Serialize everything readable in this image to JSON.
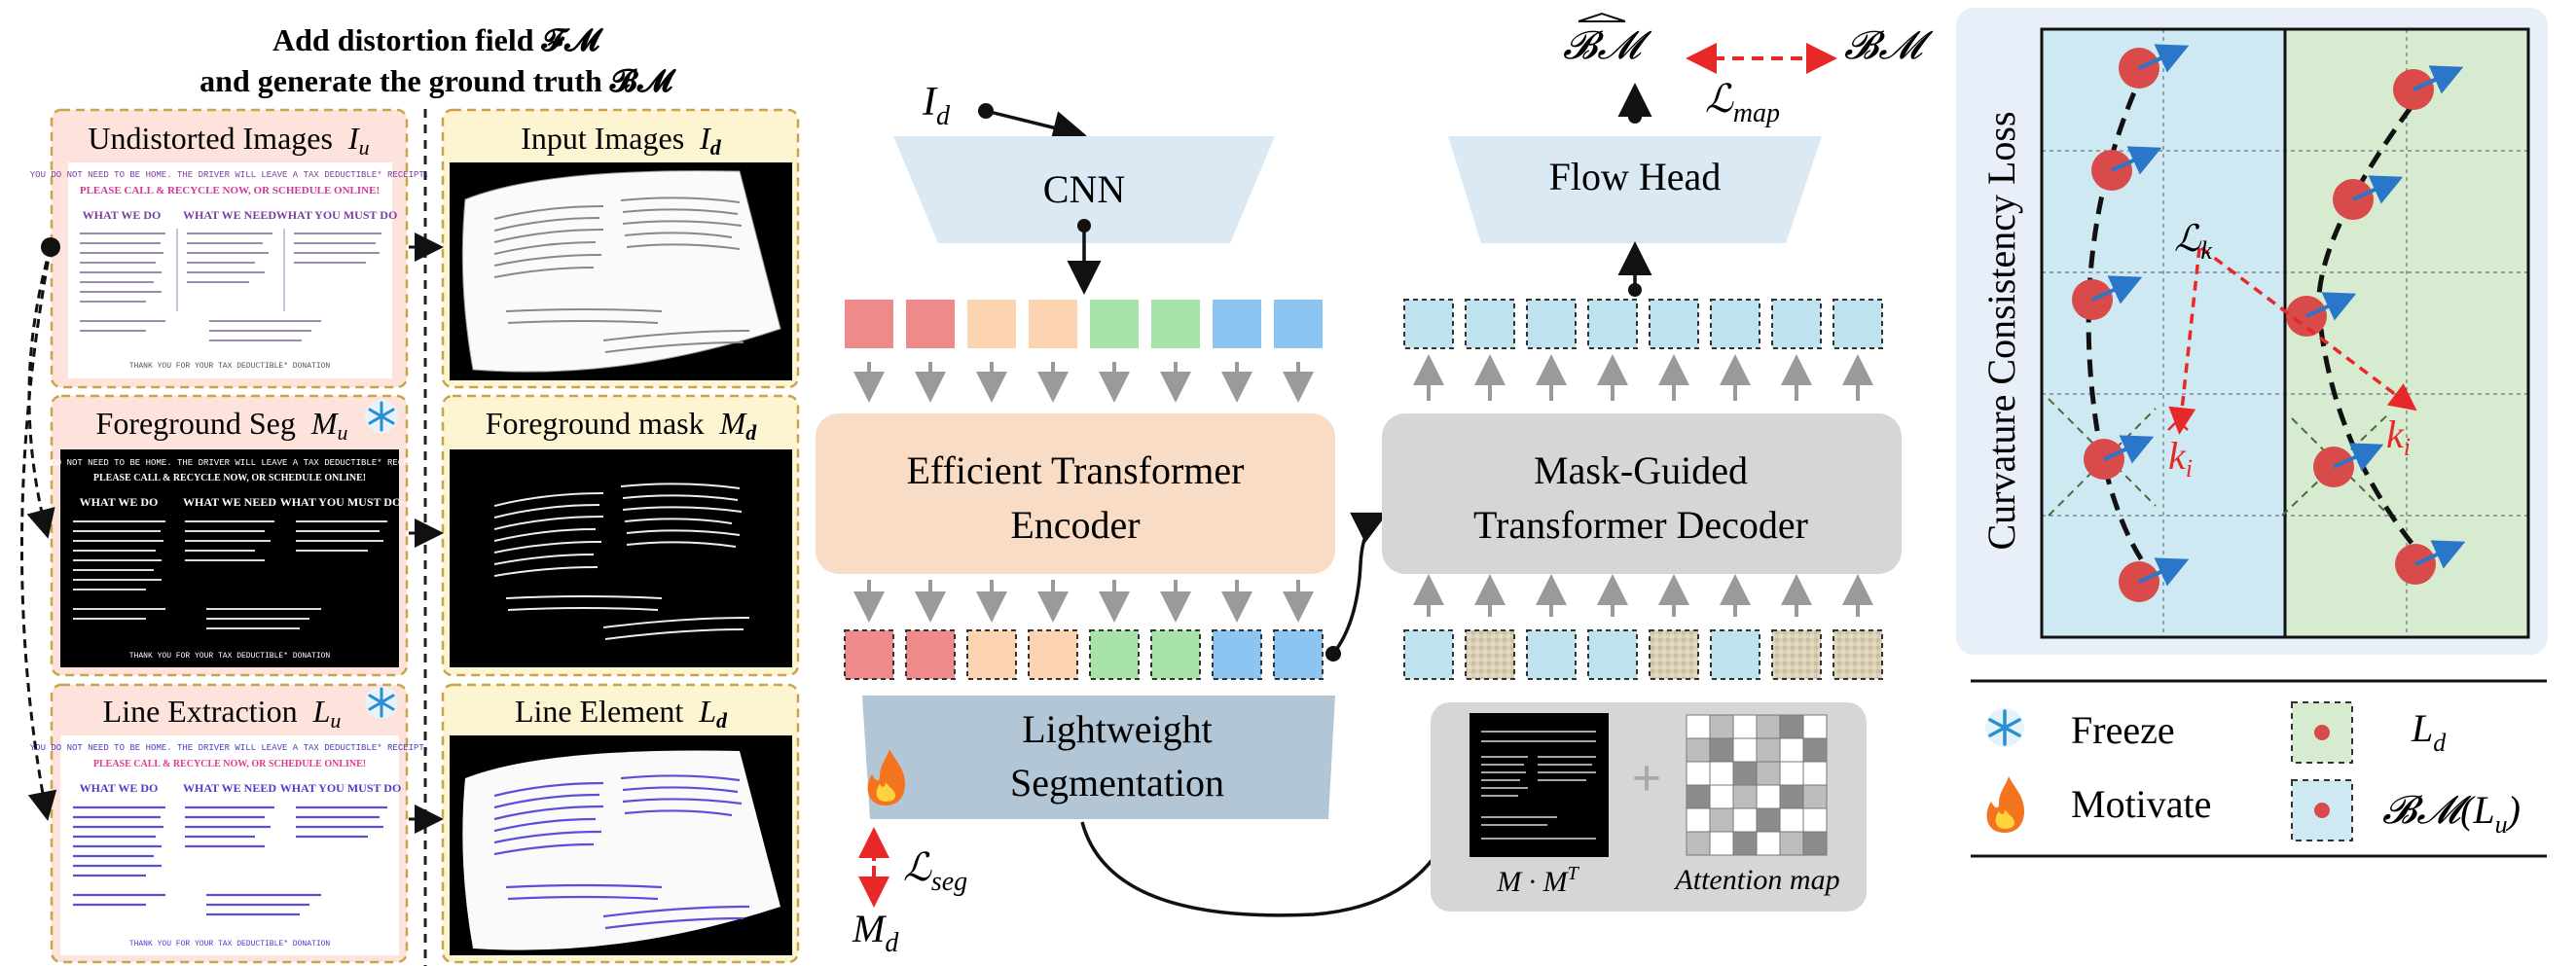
{
  "left": {
    "title_line1": "Add distortion field 𝓕𝓜",
    "title_line2": "and generate the ground truth 𝓑𝓜",
    "panels": {
      "undistorted": "Undistorted  Images",
      "undistorted_var": "I",
      "undistorted_sub": "u",
      "input": "Input Images",
      "input_var": "I",
      "input_sub": "d",
      "fg_seg": "Foreground Seg",
      "fg_seg_var": "M",
      "fg_seg_sub": "u",
      "fg_mask": "Foreground mask",
      "fg_mask_var": "M",
      "fg_mask_sub": "d",
      "line_ext": "Line Extraction",
      "line_ext_var": "L",
      "line_ext_sub": "u",
      "line_el": "Line Element",
      "line_el_var": "L",
      "line_el_sub": "d"
    },
    "doc": {
      "top_line": "YOU DO NOT NEED TO BE HOME. THE DRIVER WILL LEAVE A TAX DEDUCTIBLE* RECEIPT.",
      "call_line": "PLEASE CALL & RECYCLE NOW, OR SCHEDULE ONLINE!",
      "col1": "WHAT WE DO",
      "col2": "WHAT WE NEED",
      "col3": "WHAT YOU MUST DO",
      "footer": "THANK YOU FOR YOUR TAX DEDUCTIBLE* DONATION"
    }
  },
  "middle": {
    "input_var": "I",
    "input_sub": "d",
    "cnn": "CNN",
    "encoder_line1": "Efficient Transformer",
    "encoder_line2": "Encoder",
    "seg_line1": "Lightweight",
    "seg_line2": "Segmentation",
    "loss_seg": "ℒ",
    "loss_seg_sub": "seg",
    "md_var": "M",
    "md_sub": "d",
    "flow_head": "Flow Head",
    "bm_hat": "𝓑𝓜",
    "bm": "𝓑𝓜",
    "loss_map": "ℒ",
    "loss_map_sub": "map",
    "decoder_line1": "Mask-Guided",
    "decoder_line2": "Transformer Decoder",
    "mmt": "M · M",
    "mmt_sup": "T",
    "attention": "Attention map",
    "plus": "+"
  },
  "right": {
    "title": "Curvature Consistency Loss",
    "lk": "ℒ",
    "lk_sub": "k",
    "ki_hat": "k",
    "ki_hat_sub": "i",
    "ki": "k",
    "ki_sub": "i",
    "legend": {
      "freeze": "Freeze",
      "motivate": "Motivate",
      "ld": "L",
      "ld_sub": "d",
      "bmlu": "𝓑𝓜(L",
      "bmlu_sub": "u",
      "bmlu_close": ")"
    }
  },
  "colors": {
    "red_token": "#ef8a8a",
    "orange_token": "#fcd3b0",
    "green_token": "#a7e2a8",
    "blue_token": "#8cc4f2",
    "light_blue_token": "#bfe2ef",
    "beige_token": "#d9cfb4",
    "encoder_fill": "#f9dcc6",
    "decoder_fill": "#d6d6d6",
    "head_fill": "#dbe9f4",
    "seg_fill": "#a9bfd1",
    "right_bg": "#e9eff8",
    "grid_left": "#cfe9f3",
    "grid_right": "#d6ebcf",
    "point": "#d94a4a",
    "arrow_blue": "#2a76c8",
    "arrow_red": "#e82828"
  }
}
